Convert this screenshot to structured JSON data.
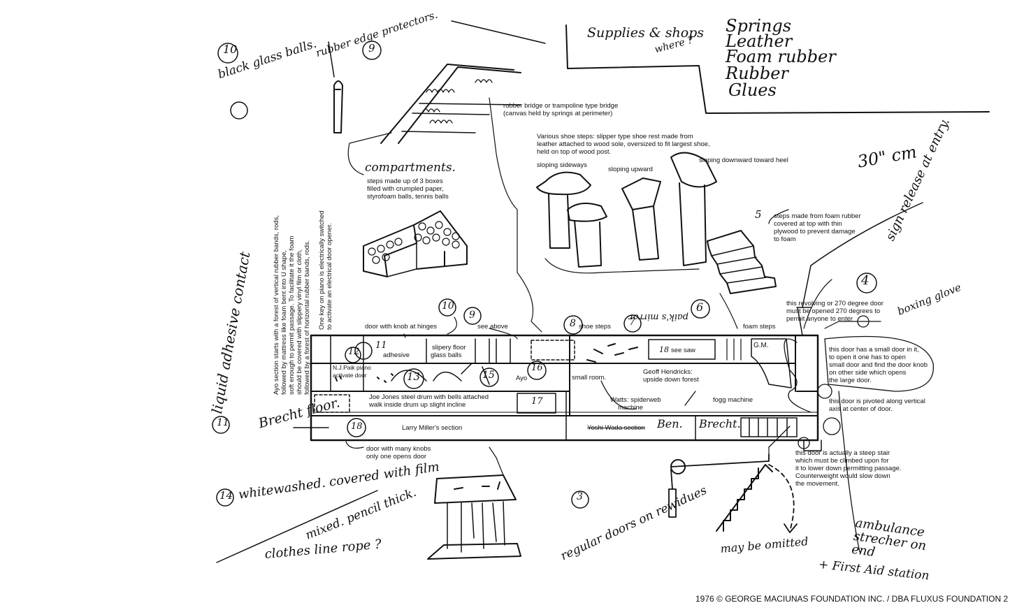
{
  "handwritten": {
    "n10": "10",
    "black_glass_balls": "black glass balls.",
    "rubber_edge_protectors": "rubber edge protectors.",
    "n9": "9",
    "supplies_shops": "Supplies & shops",
    "where": "where ?",
    "supplies_list": [
      "Springs",
      "Leather",
      "Foam rubber",
      "Rubber",
      "Glues"
    ],
    "compartments": "compartments.",
    "thirty_cm": "30\" cm",
    "sign_release": "sign release at entry.",
    "n4": "4",
    "boxing_glove": "boxing glove",
    "liquid_adhesive": "liquid adhesive contact",
    "n11_side": "11",
    "brecht_floor": "Brecht floor.",
    "n14": "14",
    "whitewashed": "whitewashed. covered with film",
    "mixed_pencil": "mixed. pencil thick.",
    "clothes_line": "clothes line rope ?",
    "regular_doors": "regular doors on rewidues",
    "n3": "3",
    "may_be_omitted": "may be omitted",
    "ambulance": "ambulance strecher on end",
    "first_aid": "+ First Aid station",
    "ben": "Ben.",
    "brecht": "Brecht.",
    "n6": "6",
    "n7": "7",
    "n8": "8",
    "n9b": "9",
    "n10b": "10",
    "n11": "11",
    "n12": "12",
    "n13": "13",
    "n15": "15",
    "n16": "16",
    "n17": "17",
    "n18": "18",
    "paiks_mirror": "paik's mirror",
    "n5": "5",
    "gm": "G.M.",
    "seesaw_18": "18"
  },
  "printed": {
    "rubber_bridge": "rubber bridge or trampoline type bridge",
    "rubber_bridge2": "(canvas held by springs at perimeter)",
    "shoe_steps_desc": [
      "Various shoe steps: slipper type shoe rest made from",
      "leather attached to wood sole, oversized to fit largest shoe,",
      "held on top of wood post."
    ],
    "sloping_sideways": "sloping sideways",
    "sloping_upward": "sloping upward",
    "sloping_downward": "sloping downward toward heel",
    "steps_boxes": [
      "steps made up of 3 boxes",
      "filled with crumpled paper,",
      "styrofoam balls, tennis balls"
    ],
    "foam_steps_desc": [
      "steps made from foam rubber",
      "covered at top with thin",
      "plywood to prevent damage",
      "to foam"
    ],
    "revolving_door": [
      "this revolving or 270 degree door",
      "must be opened 270 degrees to",
      "permit anyone to enter"
    ],
    "small_door": [
      "this door has a small door in it,",
      "to open it one has to open",
      "small door and find the door knob",
      "on other side which opens",
      "the large door."
    ],
    "pivoted_door": [
      "this door is pivoted along vertical",
      "axis at center of door."
    ],
    "steep_stair": [
      "this door is actually a steep stair",
      "which must be climbed upon for",
      "it to lower down permitting passage.",
      "Counterweight would slow down",
      "the movement."
    ],
    "door_knob_hinges": "door with knob at hinges",
    "see_above": "see above",
    "shoe_steps": "shoe steps",
    "foam_steps": "foam steps",
    "adhesive": "adhesive",
    "slippery_floor": "slipery floor",
    "glass_balls": "glass balls",
    "seesaw": "see saw",
    "small_room": "small room.",
    "geoff": "Geoff Hendricks:",
    "upside_down": "upside down forest",
    "watts": "Watts: spiderweb",
    "machine": "machine",
    "fogg": "fogg machine",
    "joe_jones": "Joe Jones steel drum with bells attached",
    "walk_inside": "walk inside drum up slight incline",
    "ayo": "Ayo",
    "larry": "Larry Miller's section",
    "yoshi": "Yoshi Wada section",
    "nj_paik": "N.J.Paik piano",
    "activate_door": "activate door",
    "many_knobs": "door with many knobs",
    "only_one": "only one opens door",
    "ayo_section": [
      "Ayo section starts with a forest of vertical rubber bands, rods,",
      "followed by mattress like foam bent into U shape,",
      "soft enough to permit passage. To facilitate it the foam",
      "should be covered with slippery vinyl film or cloth,",
      "followed by a forest of horizontal rubber bands, rods."
    ],
    "piano_key": [
      "One key on piano is electrically switched",
      "to activate an electrical door opener."
    ]
  },
  "credit": "1976 © GEORGE MACIUNAS FOUNDATION INC. / DBA FLUXUS FOUNDATION 2"
}
